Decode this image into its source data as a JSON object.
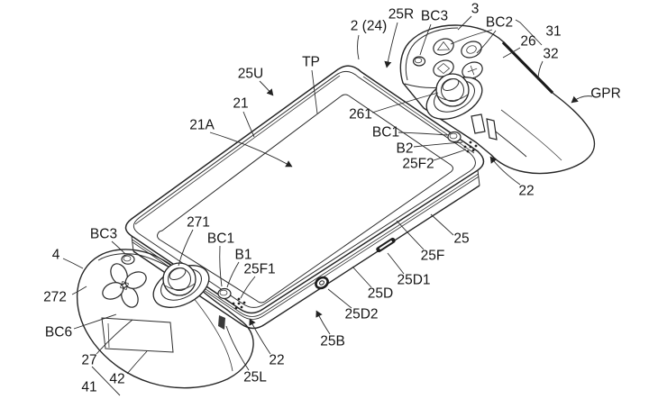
{
  "figure": {
    "kind": "patent-line-drawing",
    "subject": "handheld game device with detachable side controllers",
    "colors": {
      "line": "#2c2c2c",
      "background": "#ffffff",
      "dark_fill": "#1d1d1d"
    },
    "labels": {
      "n2_24": "2 (24)",
      "n25R": "25R",
      "nBC3_r": "BC3",
      "n3": "3",
      "nBC2": "BC2",
      "n26": "26",
      "n31": "31",
      "n32": "32",
      "nGPR": "GPR",
      "nTP": "TP",
      "n25U": "25U",
      "n21": "21",
      "n21A": "21A",
      "n261": "261",
      "nBC1_r": "BC1",
      "nB2": "B2",
      "n25F2": "25F2",
      "n22_r": "22",
      "n25": "25",
      "n25F": "25F",
      "n25D1": "25D1",
      "n25D": "25D",
      "n25D2": "25D2",
      "n25B": "25B",
      "n22_l": "22",
      "n25L": "25L",
      "n271": "271",
      "nBC1_l": "BC1",
      "nB1": "B1",
      "n25F1": "25F1",
      "nBC3_l": "BC3",
      "n4": "4",
      "n272": "272",
      "nBC6": "BC6",
      "n27": "27",
      "n41": "41",
      "n42": "42"
    }
  }
}
